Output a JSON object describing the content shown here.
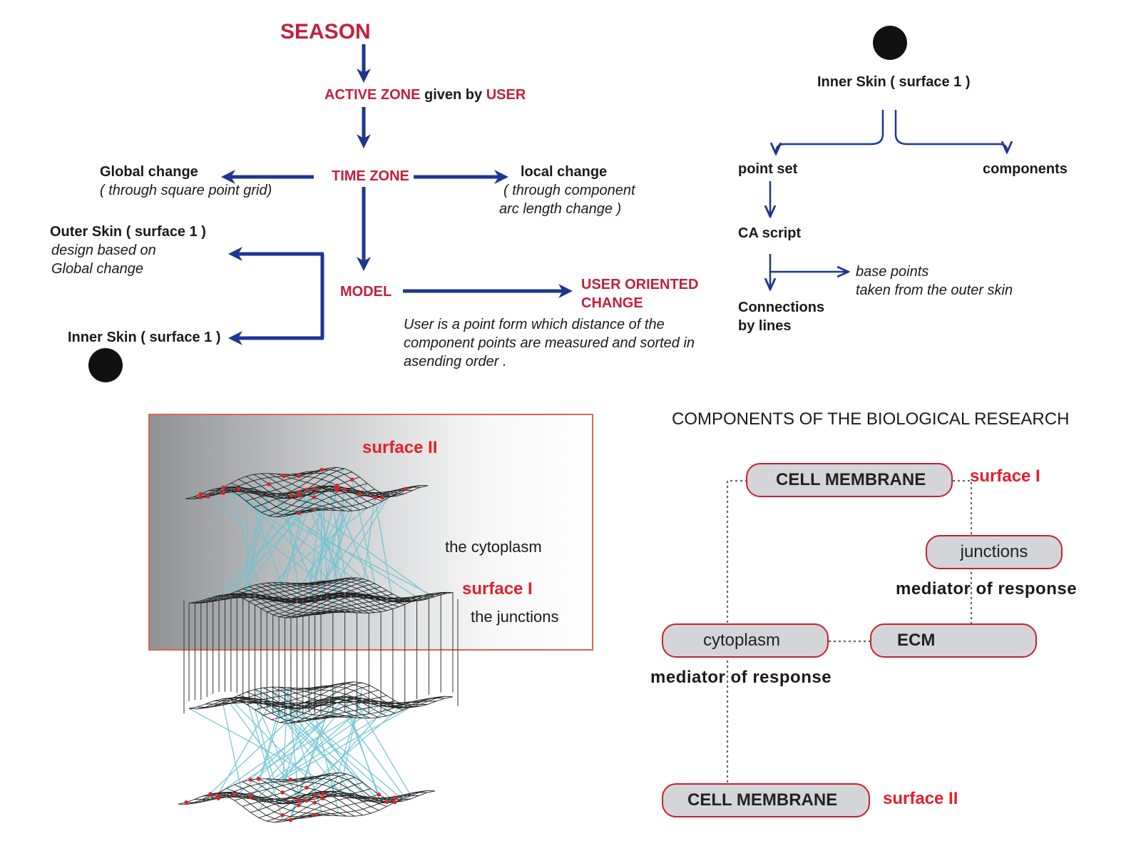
{
  "flow": {
    "season": "SEASON",
    "active_zone": "ACTIVE ZONE",
    "given_by": "given by",
    "user": "USER",
    "time_zone": "TIME ZONE",
    "global_change": "Global change",
    "global_change_note": "( through square point grid)",
    "local_change": "local change",
    "local_change_note_1": "( through component",
    "local_change_note_2": "arc length change )",
    "outer_skin": "Outer Skin ( surface 1 )",
    "outer_skin_note_1": "design based on",
    "outer_skin_note_2": "Global change",
    "inner_skin": "Inner Skin ( surface 1 )",
    "model": "MODEL",
    "user_oriented_1": "USER ORIENTED",
    "user_oriented_2": "CHANGE",
    "user_note_1": "User is a point form which distance of the",
    "user_note_2": "component points are measured and sorted in",
    "user_note_3": "asending order ."
  },
  "tree": {
    "inner_skin": "Inner Skin ( surface 1 )",
    "point_set": "point set",
    "components": "components",
    "ca_script": "CA script",
    "connections_1": "Connections",
    "connections_2": "by lines",
    "base_points_1": "base points",
    "base_points_2": "taken from the outer skin"
  },
  "figure": {
    "surface_ii": "surface II",
    "cytoplasm": "the cytoplasm",
    "surface_i": "surface I",
    "junctions": "the junctions"
  },
  "bio": {
    "title": "COMPONENTS OF THE BIOLOGICAL RESEARCH",
    "cell_membrane_top": "CELL MEMBRANE",
    "surface_i": "surface I",
    "junctions": "junctions",
    "mediator_1": "mediator  of  response",
    "cytoplasm": "cytoplasm",
    "ecm": "ECM",
    "mediator_2": "mediator  of  response",
    "cell_membrane_bottom": "CELL MEMBRANE",
    "surface_ii": "surface II"
  },
  "colors": {
    "accent_red": "#c41f3a",
    "arrow_blue": "#1f3590",
    "pill_fill": "#d4d5d8",
    "mesh_cyan": "#6cc3d2"
  }
}
